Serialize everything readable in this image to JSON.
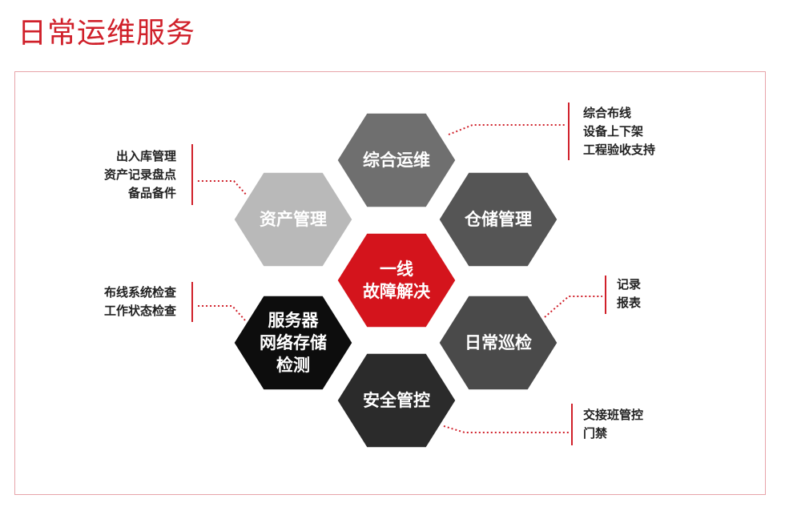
{
  "page": {
    "title": "日常运维服务"
  },
  "hexagons": [
    {
      "id": "zonghe",
      "lines": [
        "综合运维"
      ],
      "color": "#6f6f6f"
    },
    {
      "id": "zichan",
      "lines": [
        "资产管理"
      ],
      "color": "#b9b9b9"
    },
    {
      "id": "cangchu",
      "lines": [
        "仓储管理"
      ],
      "color": "#555555"
    },
    {
      "id": "yixian",
      "lines": [
        "一线",
        "故障解决"
      ],
      "color": "#d4141c"
    },
    {
      "id": "fuwuqi",
      "lines": [
        "服务器",
        "网络存储",
        "检测"
      ],
      "color": "#0d0d0d"
    },
    {
      "id": "richang",
      "lines": [
        "日常巡检"
      ],
      "color": "#4a4a4a"
    },
    {
      "id": "anquan",
      "lines": [
        "安全管控"
      ],
      "color": "#2b2b2b"
    }
  ],
  "notes": [
    {
      "id": "zonghe",
      "lines": [
        "综合布线",
        "设备上下架",
        "工程验收支持"
      ]
    },
    {
      "id": "zichan",
      "lines": [
        "出入库管理",
        "资产记录盘点",
        "备品备件"
      ]
    },
    {
      "id": "fuwuqi",
      "lines": [
        "布线系统检查",
        "工作状态检查"
      ]
    },
    {
      "id": "richang",
      "lines": [
        "记录",
        "报表"
      ]
    },
    {
      "id": "anquan",
      "lines": [
        "交接班管控",
        "门禁"
      ]
    }
  ],
  "colors": {
    "accent": "#d0202a",
    "frame": "#e7a4a9",
    "connector": "#d0202a"
  }
}
